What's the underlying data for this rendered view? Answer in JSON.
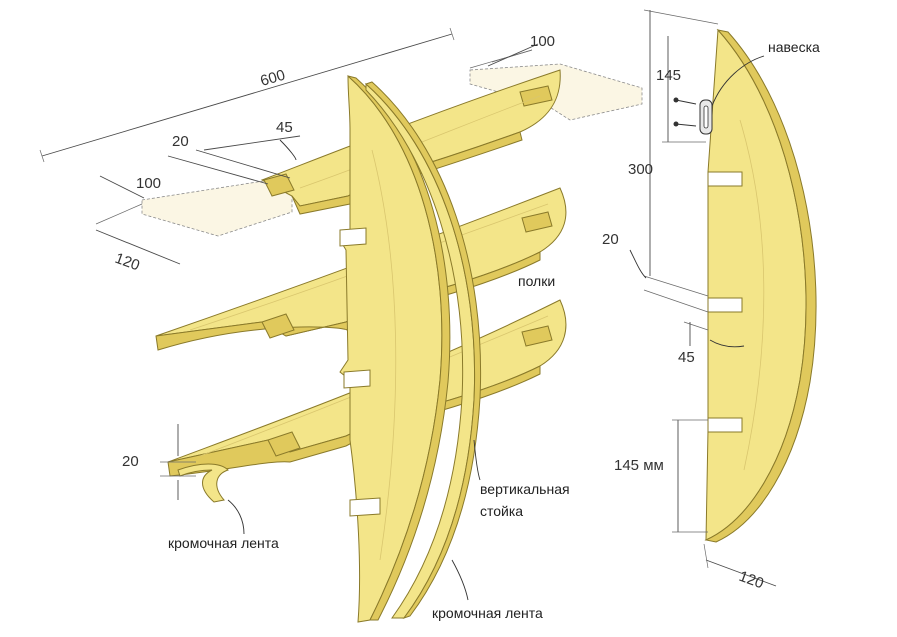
{
  "dimensions": {
    "d600": "600",
    "d100_top": "100",
    "d45_top": "45",
    "d20_top": "20",
    "d100_left": "100",
    "d120_left": "120",
    "d20_bottom": "20",
    "d145_top": "145",
    "d300": "300",
    "d20_right": "20",
    "d45_right": "45",
    "d145_mm": "145 мм",
    "d120_bottom": "120"
  },
  "labels": {
    "hanger": "навеска",
    "shelves": "полки",
    "vertical_post_line1": "вертикальная",
    "vertical_post_line2": "стойка",
    "edge_tape_left": "кромочная лента",
    "edge_tape_bottom": "кромочная лента"
  },
  "colors": {
    "wood": "#f3e589",
    "wood_edge": "#8a7a2a",
    "background": "#ffffff"
  }
}
